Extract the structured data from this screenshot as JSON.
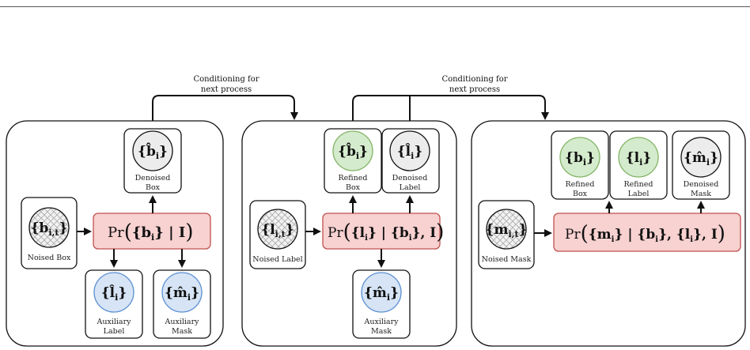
{
  "conditioning_label": [
    "Conditioning for",
    "next process"
  ],
  "stage1": {
    "noised": {
      "math": "{b",
      "sub": "i,t",
      "close": "}",
      "caption": "Noised Box"
    },
    "prob": {
      "pre": "Pr",
      "inner": "{b",
      "sub": "i",
      "post": "} | I"
    },
    "denoised": {
      "math": "{b̂",
      "sub": "i",
      "close": "}",
      "caption": [
        "Denoised",
        "Box"
      ]
    },
    "aux_label": {
      "math": "{l̂",
      "sub": "i",
      "close": "}",
      "caption": [
        "Auxiliary",
        "Label"
      ]
    },
    "aux_mask": {
      "math": "{m̂",
      "sub": "i",
      "close": "}",
      "caption": [
        "Auxiliary",
        "Mask"
      ]
    }
  },
  "stage2": {
    "noised": {
      "math": "{l",
      "sub": "i,t",
      "close": "}",
      "caption": "Noised Label"
    },
    "prob": {
      "text": "{l",
      "sub": "i",
      "text2": "} | {b",
      "sub2": "i",
      "text3": "}, I"
    },
    "refined": {
      "math": "{b̂",
      "sub": "i",
      "close": "}",
      "caption": [
        "Refined",
        "Box"
      ]
    },
    "denoised": {
      "math": "{l̂",
      "sub": "i",
      "close": "}",
      "caption": [
        "Denoised",
        "Label"
      ]
    },
    "aux_mask": {
      "math": "{m̂",
      "sub": "i",
      "close": "}",
      "caption": [
        "Auxiliary",
        "Mask"
      ]
    }
  },
  "stage3": {
    "noised": {
      "math": "{m",
      "sub": "i,t",
      "close": "}",
      "caption": "Noised Mask"
    },
    "prob": {
      "text": "{m",
      "sub": "i",
      "text2": "} | {b",
      "sub2": "i",
      "text3": "}, {l",
      "sub3": "i",
      "text4": "}, I"
    },
    "refined_box": {
      "math": "{b",
      "sub": "i",
      "close": "}",
      "caption": [
        "Refined",
        "Box"
      ]
    },
    "refined_label": {
      "math": "{l",
      "sub": "i",
      "close": "}",
      "caption": [
        "Refined",
        "Label"
      ]
    },
    "denoised": {
      "math": "{m̂",
      "sub": "i",
      "close": "}",
      "caption": [
        "Denoised",
        "Mask"
      ]
    }
  },
  "colors": {
    "prob_fill": "#f8d1d1",
    "prob_stroke": "#c0504d",
    "gray_fill": "#ececec",
    "blue_fill": "#d6e4f5",
    "blue_stroke": "#5b8fd1",
    "green_fill": "#d5ebcd",
    "green_stroke": "#82b366"
  }
}
